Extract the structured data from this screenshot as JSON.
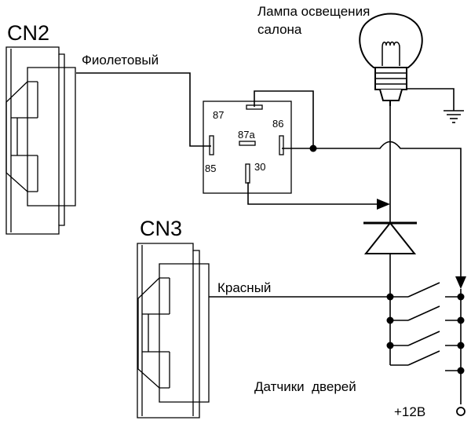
{
  "connectors": {
    "cn2": {
      "title": "CN2",
      "wire_label": "Фиолетовый"
    },
    "cn3": {
      "title": "CN3",
      "wire_label": "Красный"
    }
  },
  "lamp": {
    "label_line1": "Лампа освещения",
    "label_line2": "салона"
  },
  "relay": {
    "pins": {
      "p87": "87",
      "p87a": "87a",
      "p86": "86",
      "p85": "85",
      "p30": "30"
    }
  },
  "door_sensors": {
    "label": "Датчики  дверей"
  },
  "power": {
    "label": "+12В"
  }
}
